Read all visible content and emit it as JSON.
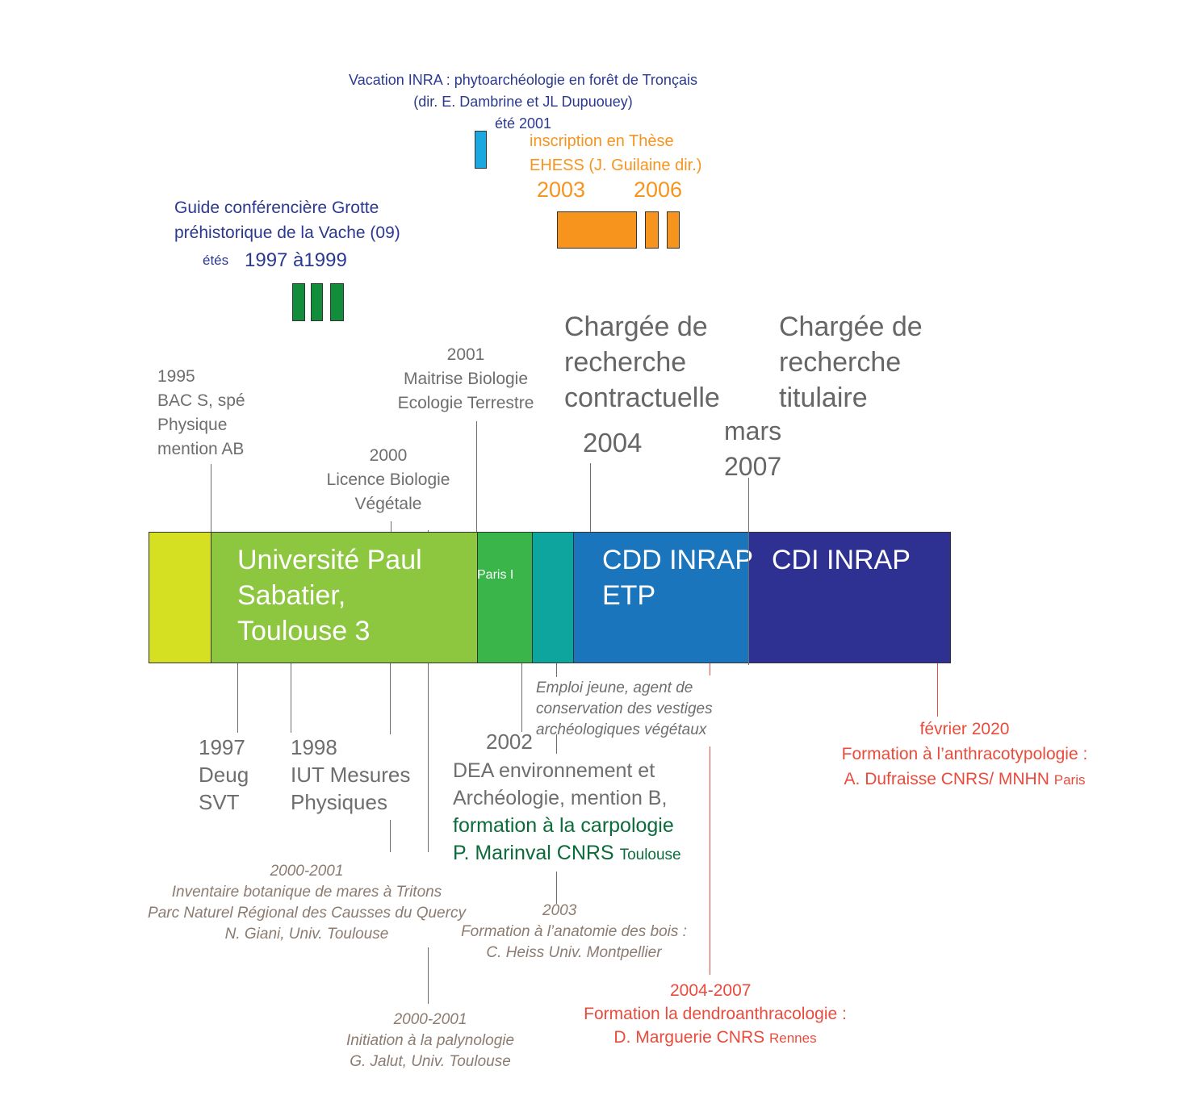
{
  "colors": {
    "seg_bac": "#d4e021",
    "seg_ups": "#8dc63f",
    "seg_paris": "#39b54a",
    "seg_teal": "#0ea59f",
    "seg_cdd": "#1b75bc",
    "seg_cdi": "#2e3192",
    "bar_green": "#118d3c",
    "bar_orange": "#f7941d",
    "bar_blue": "#1ba8e1"
  },
  "timeline": {
    "ups_line1": "Université Paul",
    "ups_line2": "Sabatier,",
    "ups_line3": "Toulouse 3",
    "paris": "Paris I",
    "cdd_line1": "CDD INRAP",
    "cdd_line2": "ETP",
    "cdi": "CDI INRAP"
  },
  "top": {
    "inra_line1": "Vacation INRA :  phytoarchéologie en forêt de Tronçais",
    "inra_line2": "(dir. E. Dambrine et JL Dupuouey)",
    "inra_line3": "été 2001",
    "these_line1": "inscription en Thèse",
    "these_line2": "EHESS (J. Guilaine dir.)",
    "these_year1": "2003",
    "these_year2": "2006",
    "guide_line1": "Guide conférencière Grotte",
    "guide_line2": "préhistorique de la Vache (09)",
    "guide_prefix": "étés",
    "guide_years": "1997 à1999"
  },
  "above": {
    "bac_year": "1995",
    "bac_line1": "BAC S, spé",
    "bac_line2": "Physique",
    "bac_line3": "mention AB",
    "maitrise_year": "2001",
    "maitrise_line1": "Maitrise Biologie",
    "maitrise_line2": "Ecologie Terrestre",
    "licence_year": "2000",
    "licence_line1": "Licence Biologie",
    "licence_line2": "Végétale",
    "cr_contr_line1": "Chargée de",
    "cr_contr_line2": "recherche",
    "cr_contr_line3": "contractuelle",
    "cr_contr_year": "2004",
    "cr_tit_line1": "Chargée de",
    "cr_tit_line2": "recherche",
    "cr_tit_line3": "titulaire",
    "mars_line1": "mars",
    "mars_line2": "2007"
  },
  "below": {
    "deug_year": "1997",
    "deug_line1": "Deug",
    "deug_line2": "SVT",
    "iut_year": "1998",
    "iut_line1": "IUT Mesures",
    "iut_line2": "Physiques",
    "emploi_line1": "Emploi jeune, agent de",
    "emploi_line2": "conservation des vestiges",
    "emploi_line3": "archéologiques végétaux",
    "dea_year": "2002",
    "dea_line1": "DEA environnement et",
    "dea_line2": "Archéologie, mention B,",
    "dea_line3": "formation à la carpologie",
    "dea_line4": "P. Marinval CNRS",
    "dea_line4_small": "Toulouse",
    "fev_line1": "février 2020",
    "fev_line2": "Formation à l’anthracotypologie  :",
    "fev_line3": "A. Dufraisse CNRS/ MNHN",
    "fev_line3_small": "Paris",
    "inv_year": "2000-2001",
    "inv_line1": "Inventaire botanique de mares à Tritons",
    "inv_line2": "Parc Naturel Régional des Causses du Quercy",
    "inv_line3": "N. Giani, Univ. Toulouse",
    "anat_year": "2003",
    "anat_line1": "Formation à l’anatomie des bois :",
    "anat_line2": "C. Heiss Univ. Montpellier",
    "dendro_year": "2004-2007",
    "dendro_line1": "Formation la dendroanthracologie  :",
    "dendro_line2": "D. Marguerie CNRS",
    "dendro_line2_small": "Rennes",
    "palyno_year": "2000-2001",
    "palyno_line1": "Initiation à la palynologie",
    "palyno_line2": "G. Jalut, Univ. Toulouse"
  }
}
